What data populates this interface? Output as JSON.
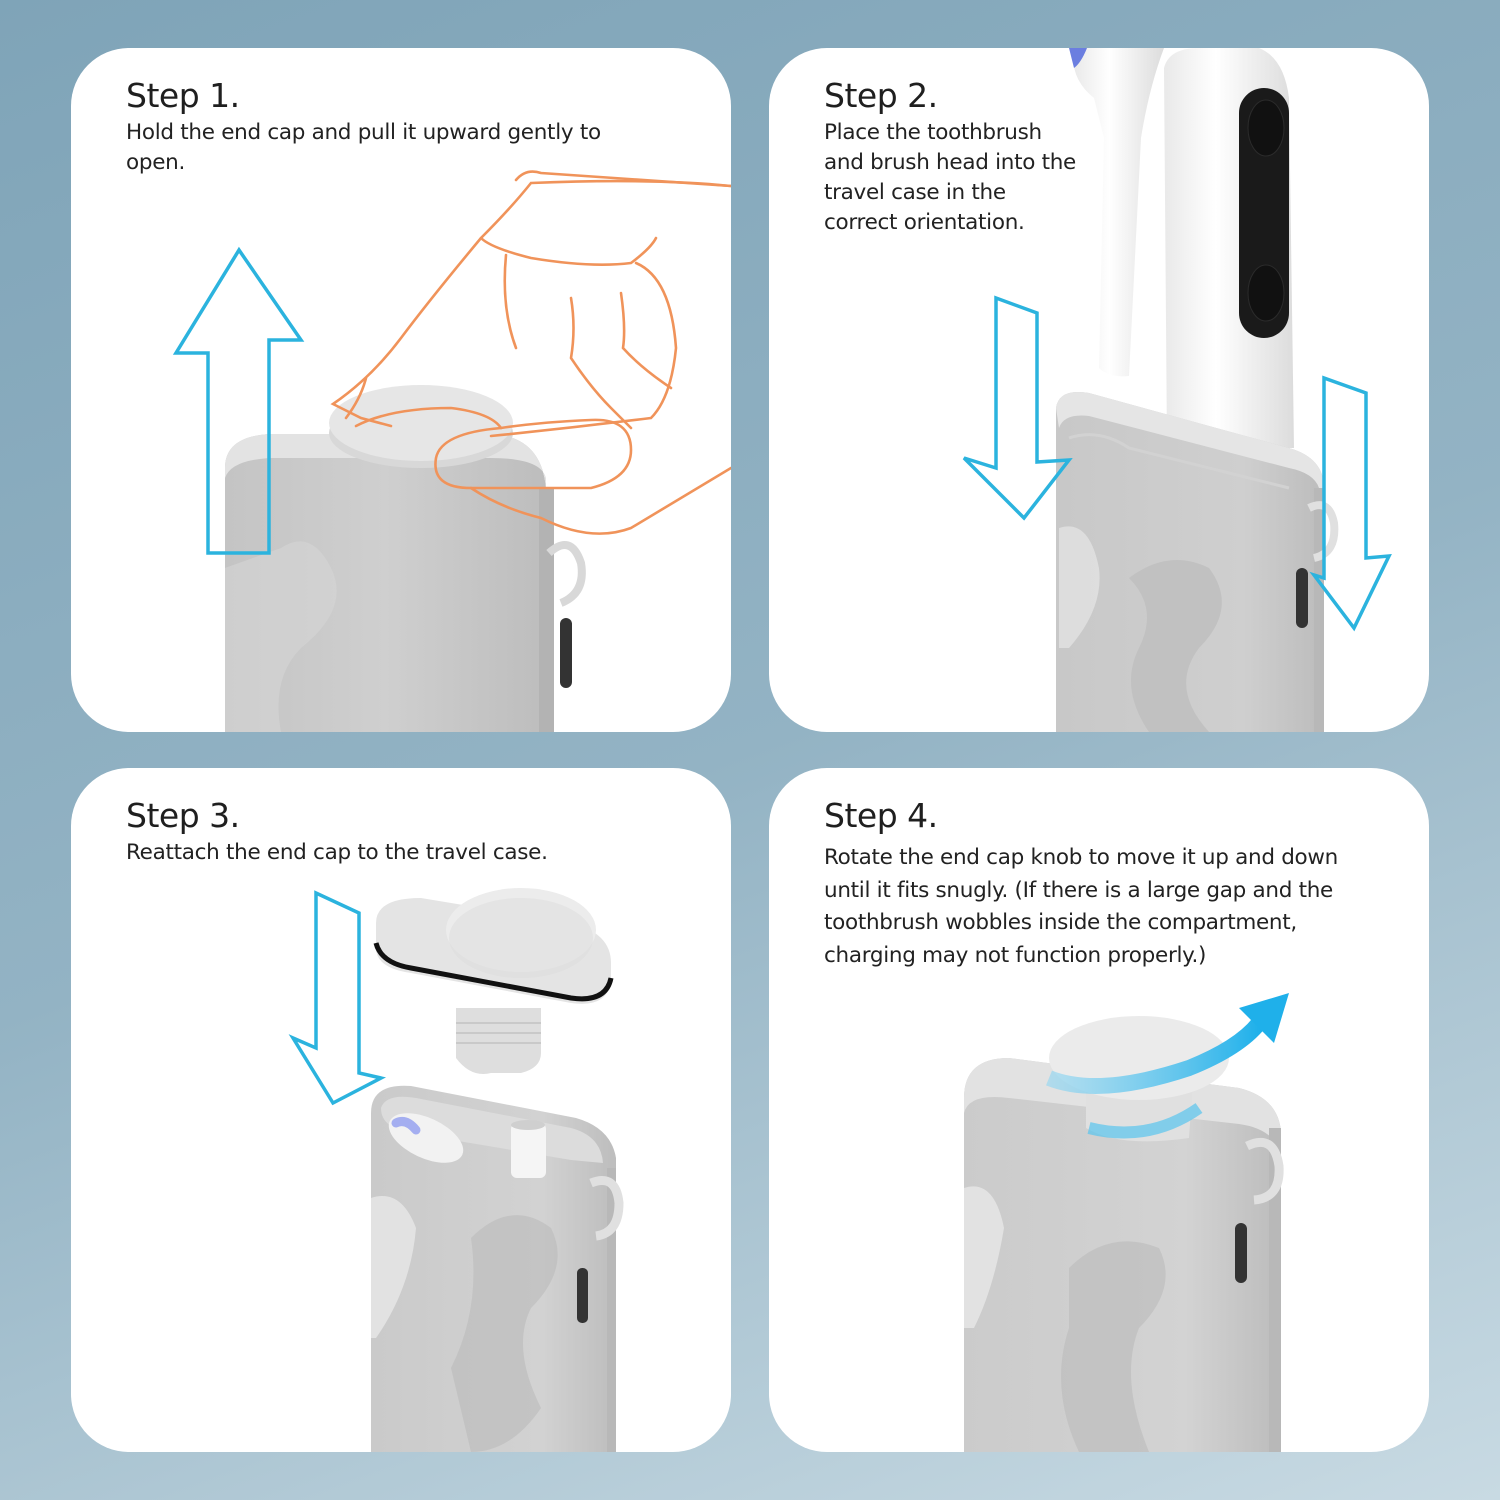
{
  "steps": [
    {
      "title": "Step 1.",
      "description": "Hold the end cap and pull it upward gently to open.",
      "illustration": "hand-pulling-end-cap-up",
      "arrow": "up-arrow-outline"
    },
    {
      "title": "Step 2.",
      "description": "Place the toothbrush and brush head into the travel case in the correct orientation.",
      "illustration": "toothbrush-inserted-into-case",
      "arrow": "down-arrow-outline"
    },
    {
      "title": "Step 3.",
      "description": "Reattach the end cap to the travel case.",
      "illustration": "end-cap-above-open-case",
      "arrow": "down-arrow-outline"
    },
    {
      "title": "Step 4.",
      "description": "Rotate the end cap knob to move it up and down until it fits snugly. (If there is a large gap and the toothbrush wobbles inside the compartment, charging may not function properly.)",
      "illustration": "rotating-cap-knob",
      "arrow": "curved-rotate-arrow"
    }
  ],
  "colors": {
    "background": "#8aaabb",
    "card": "#ffffff",
    "arrow_outline": "#2bb3de",
    "arrow_fill": "#1fb0ea",
    "hand_outline": "#f0935a",
    "case_body": "#c9c9c9",
    "brush_grip": "#1a1a1a",
    "brush_head_accent": "#6b7ee0"
  }
}
